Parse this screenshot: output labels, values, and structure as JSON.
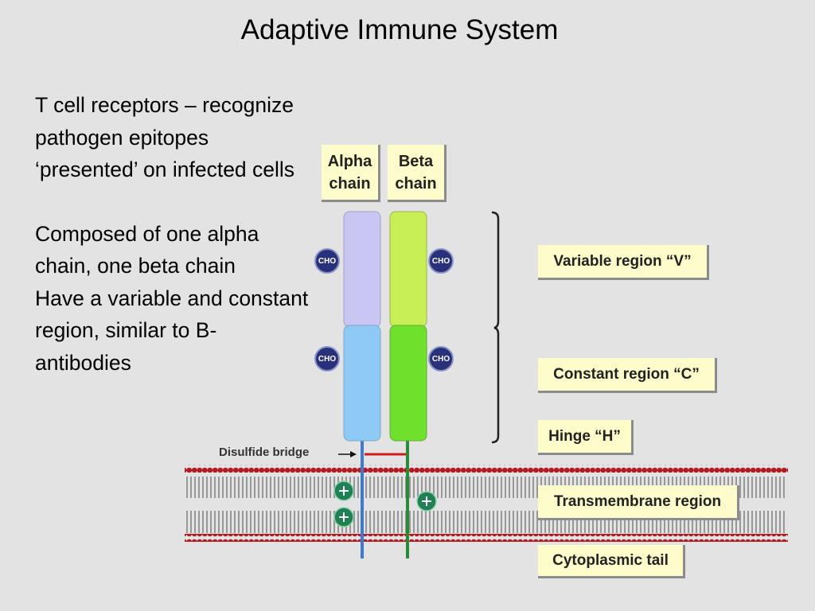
{
  "slide": {
    "title": "Adaptive Immune System",
    "paragraph1": "T cell receptors – recognize pathogen epitopes ‘presented’ on infected cells",
    "paragraph2": "Composed of one alpha chain, one beta chain",
    "paragraph3": "Have a variable and constant region, similar to B-antibodies"
  },
  "diagram": {
    "alpha_label_line1": "Alpha",
    "alpha_label_line2": "chain",
    "beta_label_line1": "Beta",
    "beta_label_line2": "chain",
    "cho": "CHO",
    "disulfide": "Disulfide bridge",
    "variable_region": "Variable region “V”",
    "constant_region": "Constant region “C”",
    "hinge": "Hinge “H”",
    "transmembrane": "Transmembrane region",
    "cytoplasmic": "Cytoplasmic tail",
    "colors": {
      "alpha_variable": "#c9c6f3",
      "alpha_constant": "#8ecaf5",
      "beta_variable": "#c8ef55",
      "beta_constant": "#6fe02c",
      "cho": "#28317a",
      "charge": "#1f8055",
      "membrane_head": "#b31b20",
      "label_bg": "#fdfcca"
    }
  }
}
